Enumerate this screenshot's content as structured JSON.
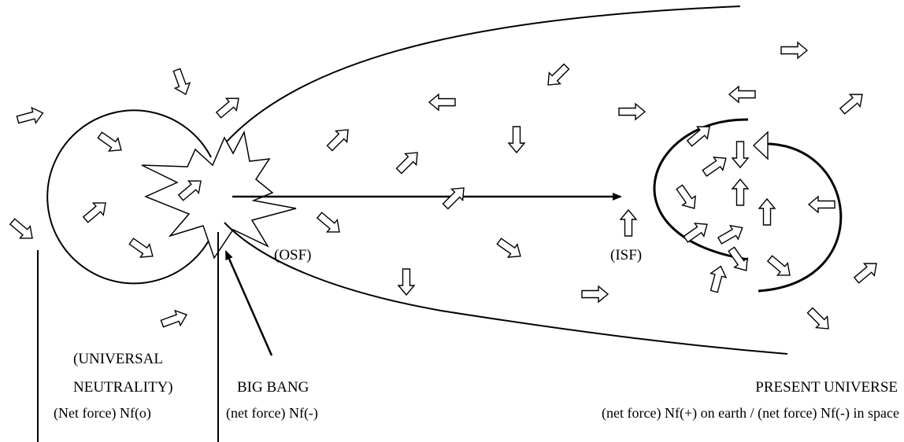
{
  "labels": {
    "osf": "(OSF)",
    "isf": "(ISF)",
    "universal_neutrality_line1": "(UNIVERSAL",
    "universal_neutrality_line2": "NEUTRALITY)",
    "universal_neutrality_force": "(Net force) Nf(o)",
    "big_bang_title": "BIG BANG",
    "big_bang_force": "(net force) Nf(-)",
    "present_universe_title": "PRESENT UNIVERSE",
    "present_universe_force": "(net force) Nf(+) on earth / (net force) Nf(-) in space"
  }
}
